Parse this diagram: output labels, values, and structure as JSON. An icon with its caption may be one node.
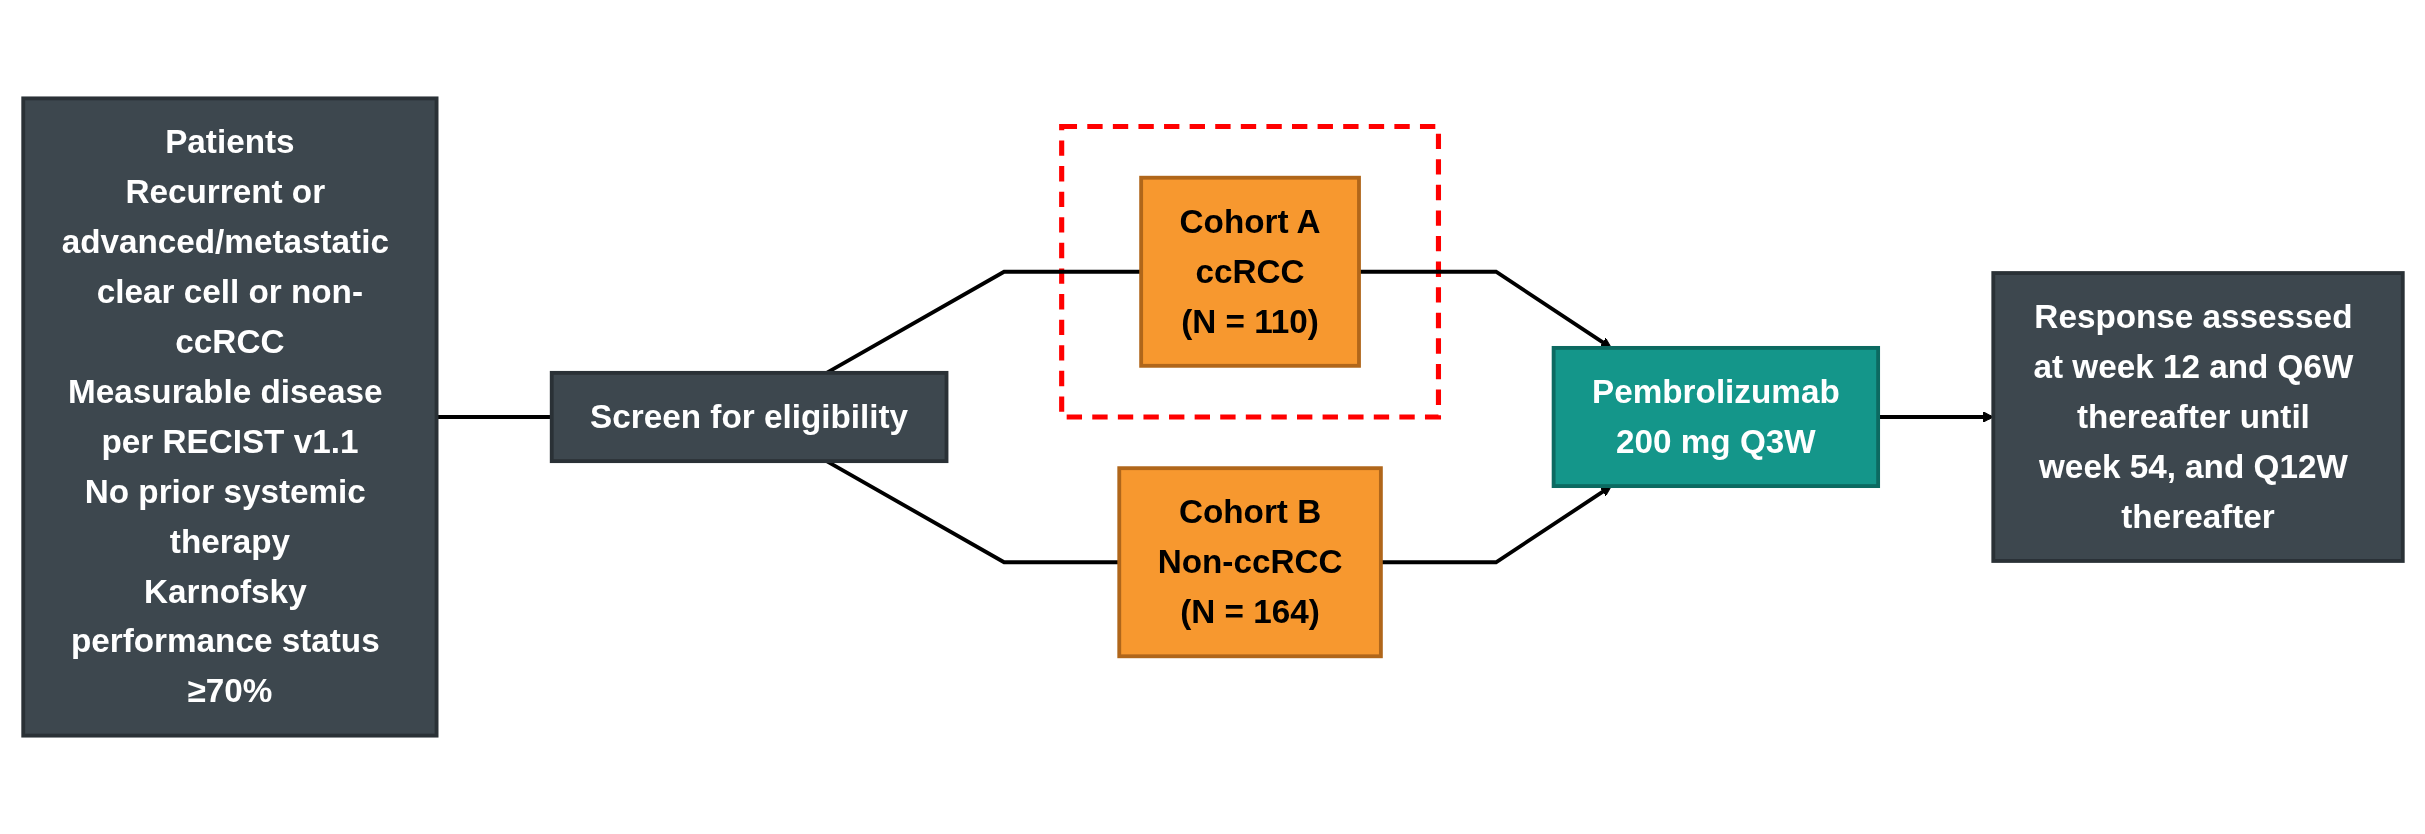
{
  "diagram": {
    "nodes": [
      {
        "text": [
          "Patients",
          "Recurrent or advanced/metastatic clear cell or non-ccRCC",
          "Measurable disease per RECIST v1.1",
          "No prior systemic therapy",
          "Karnofsky performance status ≥70%"
        ]
      },
      {
        "text": [
          "Screen for eligibility"
        ]
      },
      {
        "text": [],
        "shape": "box"
      },
      {
        "text": [
          "Cohort A",
          "ccRCC",
          "(N = 110)"
        ],
        "in": 2
      },
      {
        "text": [
          "Cohort B",
          "Non-ccRCC",
          "(N = 164)"
        ]
      },
      {
        "text": [
          "Pembrolizumab",
          "200 mg Q3W"
        ]
      },
      {
        "text": [
          "Response assessed at week 12 and Q6W thereafter until week 54, and Q12W thereafter"
        ]
      }
    ],
    "edges": [
      {
        "from": 0,
        "to": 1,
        "arrow": "none"
      },
      {
        "from": 1,
        "to": 3,
        "arrow": "none"
      },
      {
        "from": 1,
        "to": 4,
        "arrow": "none"
      },
      {
        "from": 3,
        "to": 5,
        "arrow": "to"
      },
      {
        "from": 4,
        "to": 5,
        "arrow": "to"
      },
      {
        "from": 5,
        "to": 6,
        "arrow": "to"
      }
    ]
  }
}
